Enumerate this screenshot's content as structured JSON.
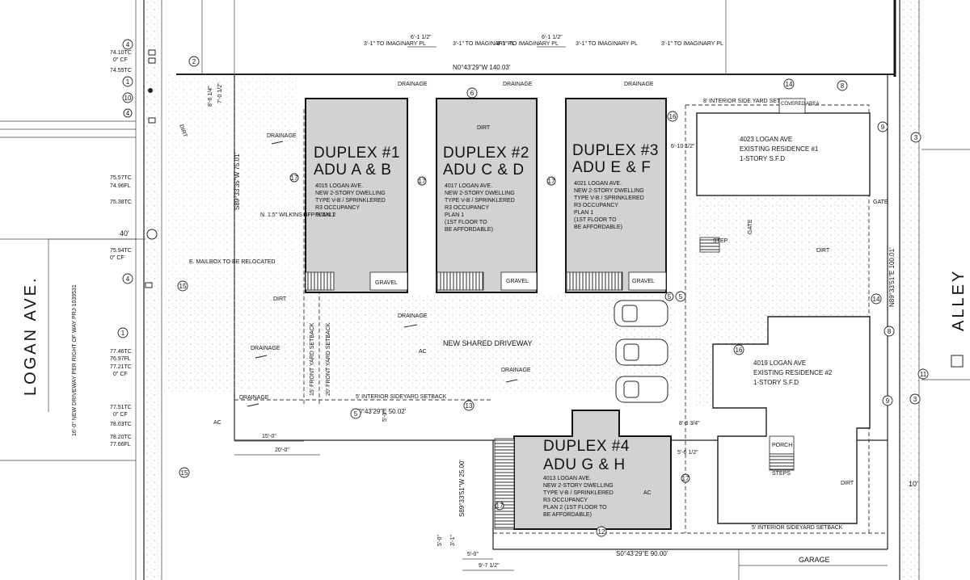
{
  "streets": {
    "west": "LOGAN AVE.",
    "east": "ALLEY"
  },
  "buildings": [
    {
      "id": "duplex-1",
      "title1": "DUPLEX #1",
      "title2": "ADU A & B",
      "lines": [
        "4015 LOGAN AVE.",
        "NEW 2-STORY DWELLING",
        "TYPE V-B / SPRINKLERED",
        "R3 OCCUPANCY",
        "PLAN 1"
      ]
    },
    {
      "id": "duplex-2",
      "title1": "DUPLEX #2",
      "title2": "ADU C & D",
      "lines": [
        "4017 LOGAN AVE.",
        "NEW 2-STORY DWELLING",
        "TYPE V-B / SPRINKLERED",
        "R3 OCCUPANCY",
        "PLAN 1",
        "(1ST FLOOR TO",
        "BE AFFORDABLE)"
      ]
    },
    {
      "id": "duplex-3",
      "title1": "DUPLEX #3",
      "title2": "ADU E & F",
      "lines": [
        "4021 LOGAN AVE.",
        "NEW 2-STORY DWELLING",
        "TYPE V-B / SPRINKLERED",
        "R3 OCCUPANCY",
        "PLAN 1",
        "(1ST FLOOR TO",
        "BE AFFORDABLE)"
      ]
    },
    {
      "id": "duplex-4",
      "title1": "DUPLEX #4",
      "title2": "ADU G & H",
      "lines": [
        "4013 LOGAN AVE.",
        "NEW 2-STORY DWELLING",
        "TYPE V-B / SPRINKLERED",
        "R3 OCCUPANCY",
        "PLAN 2 (1ST FLOOR TO",
        "BE AFFORDABLE)"
      ]
    }
  ],
  "residences": [
    {
      "id": "res-1",
      "lines": [
        "4023 LOGAN AVE",
        "EXISTING RESIDENCE #1",
        "1-STORY S.F.D"
      ]
    },
    {
      "id": "res-2",
      "lines": [
        "4019 LOGAN AVE",
        "EXISTING RESIDENCE #2",
        "1-STORY S.F.D"
      ]
    }
  ],
  "labels": {
    "shared_driveway": "NEW SHARED DRIVEWAY",
    "drainage": "DRAINAGE",
    "dirt": "DIRT",
    "gravel": "GRAVEL",
    "ac": "AC",
    "gate": "GATE",
    "step": "STEP",
    "steps": "STEPS",
    "porch": "PORCH",
    "garage": "GARAGE",
    "covered_area": "COVERED AREA",
    "interior_side_setback": "8' INTERIOR SIDE YARD SETBACK",
    "interior_sideyard_setback_a": "5' INTERIOR SIDEYARD SETBACK",
    "interior_sideyard_setback_b": "5' INTERIOR SIDEYARD SETBACK",
    "front_setback_15": "15' FRONT YARD SETBACK",
    "front_setback_20": "20' FRONT YARD SETBACK",
    "wilkins": "N. 1.5\" WILKINS BFP 975XL2",
    "mailbox": "E. MAILBOX TO BE RELOCATED",
    "new_driveway": "16'-0\" NEW DRIVEWAY PER RIGHT OF WAY PRJ-1039531"
  },
  "bearings": {
    "north": "N0°43'29\"W  140.03'",
    "south_front": "S0°43'29\"E  50.02'",
    "south_back": "S0°43'29\"E  90.00'",
    "west": "S89°33'35\"W 75.01'",
    "duplex4_side": "S89°33'51\"W  25.00'",
    "east": "N89°33'51\"E  100.01'"
  },
  "top_notes": [
    "3'-1\" TO IMAGINARY PL",
    "3'-1\" TO IMAGINARY PL",
    "3'-1\" TO IMAGINARY PL",
    "3'-1\" TO IMAGINARY PL",
    "3'-1\" TO IMAGINARY PL"
  ],
  "dims": {
    "d611a": "6'-1 1/2\"",
    "d611b": "6'-1 1/2\"",
    "d86": "8'-6 1/4\"",
    "d70": "7'-0 1/2\"",
    "d40": "40'",
    "d15": "15'-0\"",
    "d20": "20'-0\"",
    "d50a": "5'-0\"",
    "d50b": "5'-0\"",
    "d50c": "5'-0\"",
    "d31": "3'-1\"",
    "d97": "9'-7 1/2\"",
    "d10": "10'",
    "d88": "8'-8 3/4\"",
    "d56": "5'-6 1/2\"",
    "d610": "6'-10 1/2\""
  },
  "elevations": {
    "e1": "74.10TC",
    "e2": "0\" CF",
    "e3": "74.55TC",
    "e4": "75.57TC",
    "e5": "74.96FL",
    "e6": "75.38TC",
    "e7": "75.94TC",
    "e8": "0\" CF",
    "e9": "77.46TC",
    "e10": "76.97FL",
    "e11": "77.21TC",
    "e12": "0\" CF",
    "e13": "77.51TC",
    "e14": "0\" CF",
    "e15": "78.03TC",
    "e16": "78.20TC",
    "e17": "77.66FL"
  },
  "tags": [
    "4",
    "2",
    "1",
    "10",
    "4",
    "1",
    "15",
    "6",
    "16",
    "9",
    "3",
    "14",
    "8",
    "14",
    "8",
    "16",
    "11",
    "9",
    "3",
    "5",
    "13",
    "15",
    "17",
    "17",
    "17",
    "17",
    "17",
    "5",
    "12",
    "4",
    "5"
  ]
}
